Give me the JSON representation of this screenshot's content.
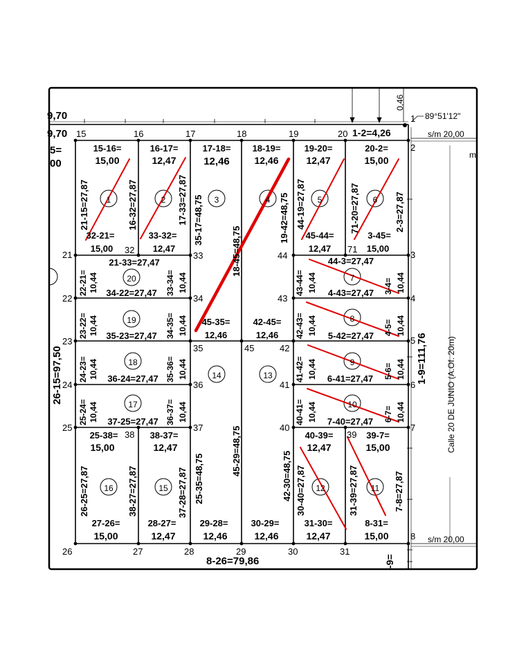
{
  "header": {
    "left_partial_1": "9,70",
    "left_partial_2": "9,70",
    "left_partial_3": "5=",
    "left_partial_4": "00",
    "angle": "89°51'12\"",
    "dim_046": "0,46",
    "top_dim": "1-2=4,26",
    "right_sm_top": "s/m 20,00",
    "right_sm_bottom": "s/m 20,00",
    "right_tick_mark": "m",
    "street": "Calle 20 DE JUNIO (A.Of. 20m)",
    "side_right": "1-9=111,76",
    "side_left": "26-15=97,50",
    "bottom_dim": "8-26=79,86",
    "bottom_partial": "-9="
  },
  "vertices": {
    "v1": "1",
    "v2": "2",
    "v3": "3",
    "v4": "4",
    "v5": "5",
    "v6": "6",
    "v7": "7",
    "v8": "8",
    "v15": "15",
    "v16": "16",
    "v17": "17",
    "v18": "18",
    "v19": "19",
    "v20": "20",
    "v21": "21",
    "v22": "22",
    "v23": "23",
    "v24": "24",
    "v25": "25",
    "v26": "26",
    "v27": "27",
    "v28": "28",
    "v29": "29",
    "v30": "30",
    "v31": "31",
    "v32": "32",
    "v33": "33",
    "v34": "34",
    "v35": "35",
    "v36": "36",
    "v37": "37",
    "v38": "38",
    "v39": "39",
    "v40": "40",
    "v41": "41",
    "v42": "42",
    "v43": "43",
    "v44": "44",
    "v45": "45",
    "v71": "71"
  },
  "lots": {
    "l1": "1",
    "l2": "2",
    "l3": "3",
    "l4": "4",
    "l5": "5",
    "l6": "6",
    "l7": "7",
    "l8": "8",
    "l9": "9",
    "l10": "10",
    "l11": "11",
    "l12": "12",
    "l13": "13",
    "l14": "14",
    "l15": "15",
    "l16": "16",
    "l17": "17",
    "l18": "18",
    "l19": "19",
    "l20": "20"
  },
  "dims": {
    "d15_16a": "15-16=",
    "d15_16b": "15,00",
    "d16_17a": "16-17=",
    "d16_17b": "12,47",
    "d17_18a": "17-18=",
    "d17_18b": "12,46",
    "d18_19a": "18-19=",
    "d18_19b": "12,46",
    "d19_20a": "19-20=",
    "d19_20b": "12,47",
    "d20_2a": "20-2=",
    "d20_2b": "15,00",
    "d21_15": "21-15=27,87",
    "d16_32": "16-32=27,87",
    "d17_33": "17-33=27,87",
    "d35_17": "35-17=48,75",
    "d18_45": "18-45=48,75",
    "d19_42": "19-42=48,75",
    "d44_19": "44-19=27,87",
    "d71_20": "71-20=27,87",
    "d2_3": "2-3=27,87",
    "d32_21a": "32-21=",
    "d32_21b": "15,00",
    "d33_32a": "33-32=",
    "d33_32b": "12,47",
    "d45_44a": "45-44=",
    "d45_44b": "12,47",
    "d3_45a": "3-45=",
    "d3_45b": "15,00",
    "d21_33": "21-33=27,47",
    "d44_3": "44-3=27,47",
    "d22_21a": "22-21=",
    "d22_21b": "10,44",
    "d33_34a": "33-34=",
    "d33_34b": "10,44",
    "d43_44a": "43-44=",
    "d43_44b": "10,44",
    "d3_4a": "3-4=",
    "d3_4b": "10,44",
    "d34_22": "34-22=27,47",
    "d4_43": "4-43=27,47",
    "d23_22a": "23-22=",
    "d23_22b": "10,44",
    "d34_35a": "34-35=",
    "d34_35b": "10,44",
    "d42_43a": "42-43=",
    "d42_43b": "10,44",
    "d4_5a": "4-5=",
    "d4_5b": "10,44",
    "d45_35a": "45-35=",
    "d45_35b": "12,46",
    "d42_45a": "42-45=",
    "d42_45b": "12,46",
    "d35_23": "35-23=27,47",
    "d5_42": "5-42=27,47",
    "d24_23a": "24-23=",
    "d24_23b": "10,44",
    "d35_36a": "35-36=",
    "d35_36b": "10,44",
    "d41_42a": "41-42=",
    "d41_42b": "10,44",
    "d5_6a": "5-6=",
    "d5_6b": "10,44",
    "d36_24": "36-24=27,47",
    "d6_41": "6-41=27,47",
    "d25_24a": "25-24=",
    "d25_24b": "10,44",
    "d36_37a": "36-37=",
    "d36_37b": "10,44",
    "d40_41a": "40-41=",
    "d40_41b": "10,44",
    "d6_7a": "6-7=",
    "d6_7b": "10,44",
    "d37_25": "37-25=27,47",
    "d7_40": "7-40=27,47",
    "d45_29": "45-29=48,75",
    "d25_38a": "25-38=",
    "d25_38b": "15,00",
    "d38_37a": "38-37=",
    "d38_37b": "12,47",
    "d40_39a": "40-39=",
    "d40_39b": "12,47",
    "d39_7a": "39-7=",
    "d39_7b": "15,00",
    "d26_25": "26-25=27,87",
    "d38_27": "38-27=27,87",
    "d37_28": "37-28=27,87",
    "d25_35": "25-35=48,75",
    "d42_30": "42-30=48,75",
    "d30_40": "30-40=27,87",
    "d31_39": "31-39=27,87",
    "d7_8": "7-8=27,87",
    "d27_26a": "27-26=",
    "d27_26b": "15,00",
    "d28_27a": "28-27=",
    "d28_27b": "12,47",
    "d29_28a": "29-28=",
    "d29_28b": "12,46",
    "d30_29a": "30-29=",
    "d30_29b": "12,46",
    "d31_30a": "31-30=",
    "d31_30b": "12,47",
    "d8_31a": "8-31=",
    "d8_31b": "15,00"
  },
  "colors": {
    "ink": "#000000",
    "strike": "#e00000",
    "frame": "#000000"
  }
}
